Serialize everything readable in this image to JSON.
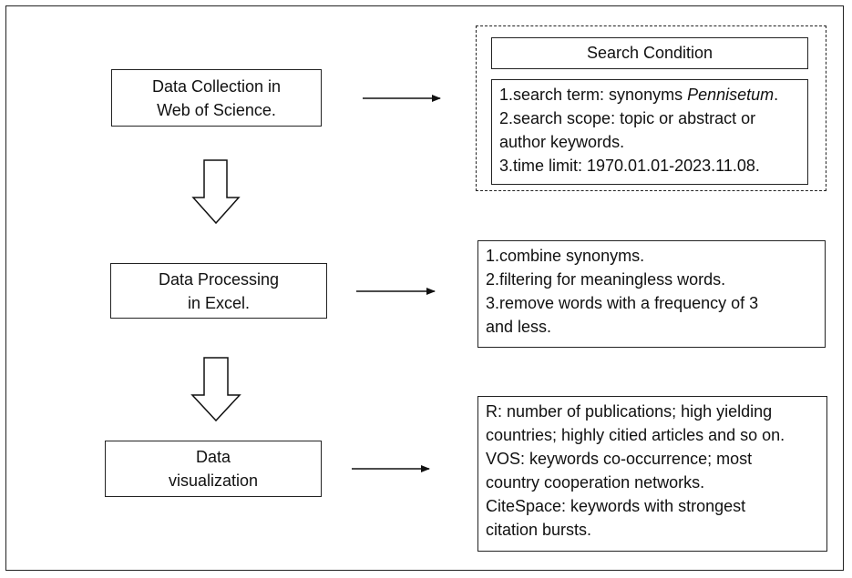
{
  "steps": [
    {
      "line1": "Data Collection in",
      "line2": "Web of Science."
    },
    {
      "line1": "Data Processing",
      "line2": "in Excel."
    },
    {
      "line1": "Data",
      "line2": "visualization"
    }
  ],
  "search_condition": {
    "title": "Search Condition",
    "term_prefix": "1.search term: synonyms ",
    "term_italic": "Pennisetum",
    "term_suffix": ".",
    "scope_line1": "2.search scope: topic or abstract or",
    "scope_line2": "author keywords.",
    "time_limit": "3.time limit: 1970.01.01-2023.11.08."
  },
  "processing": {
    "lines": [
      "1.combine synonyms.",
      "2.filtering for meaningless words.",
      "3.remove words with a frequency of 3",
      "and less."
    ]
  },
  "visualization": {
    "lines": [
      "R: number of publications; high yielding",
      "countries; highly citied articles and so on.",
      "VOS: keywords co-occurrence; most",
      "country cooperation networks.",
      "CiteSpace: keywords with strongest",
      "citation bursts."
    ]
  }
}
